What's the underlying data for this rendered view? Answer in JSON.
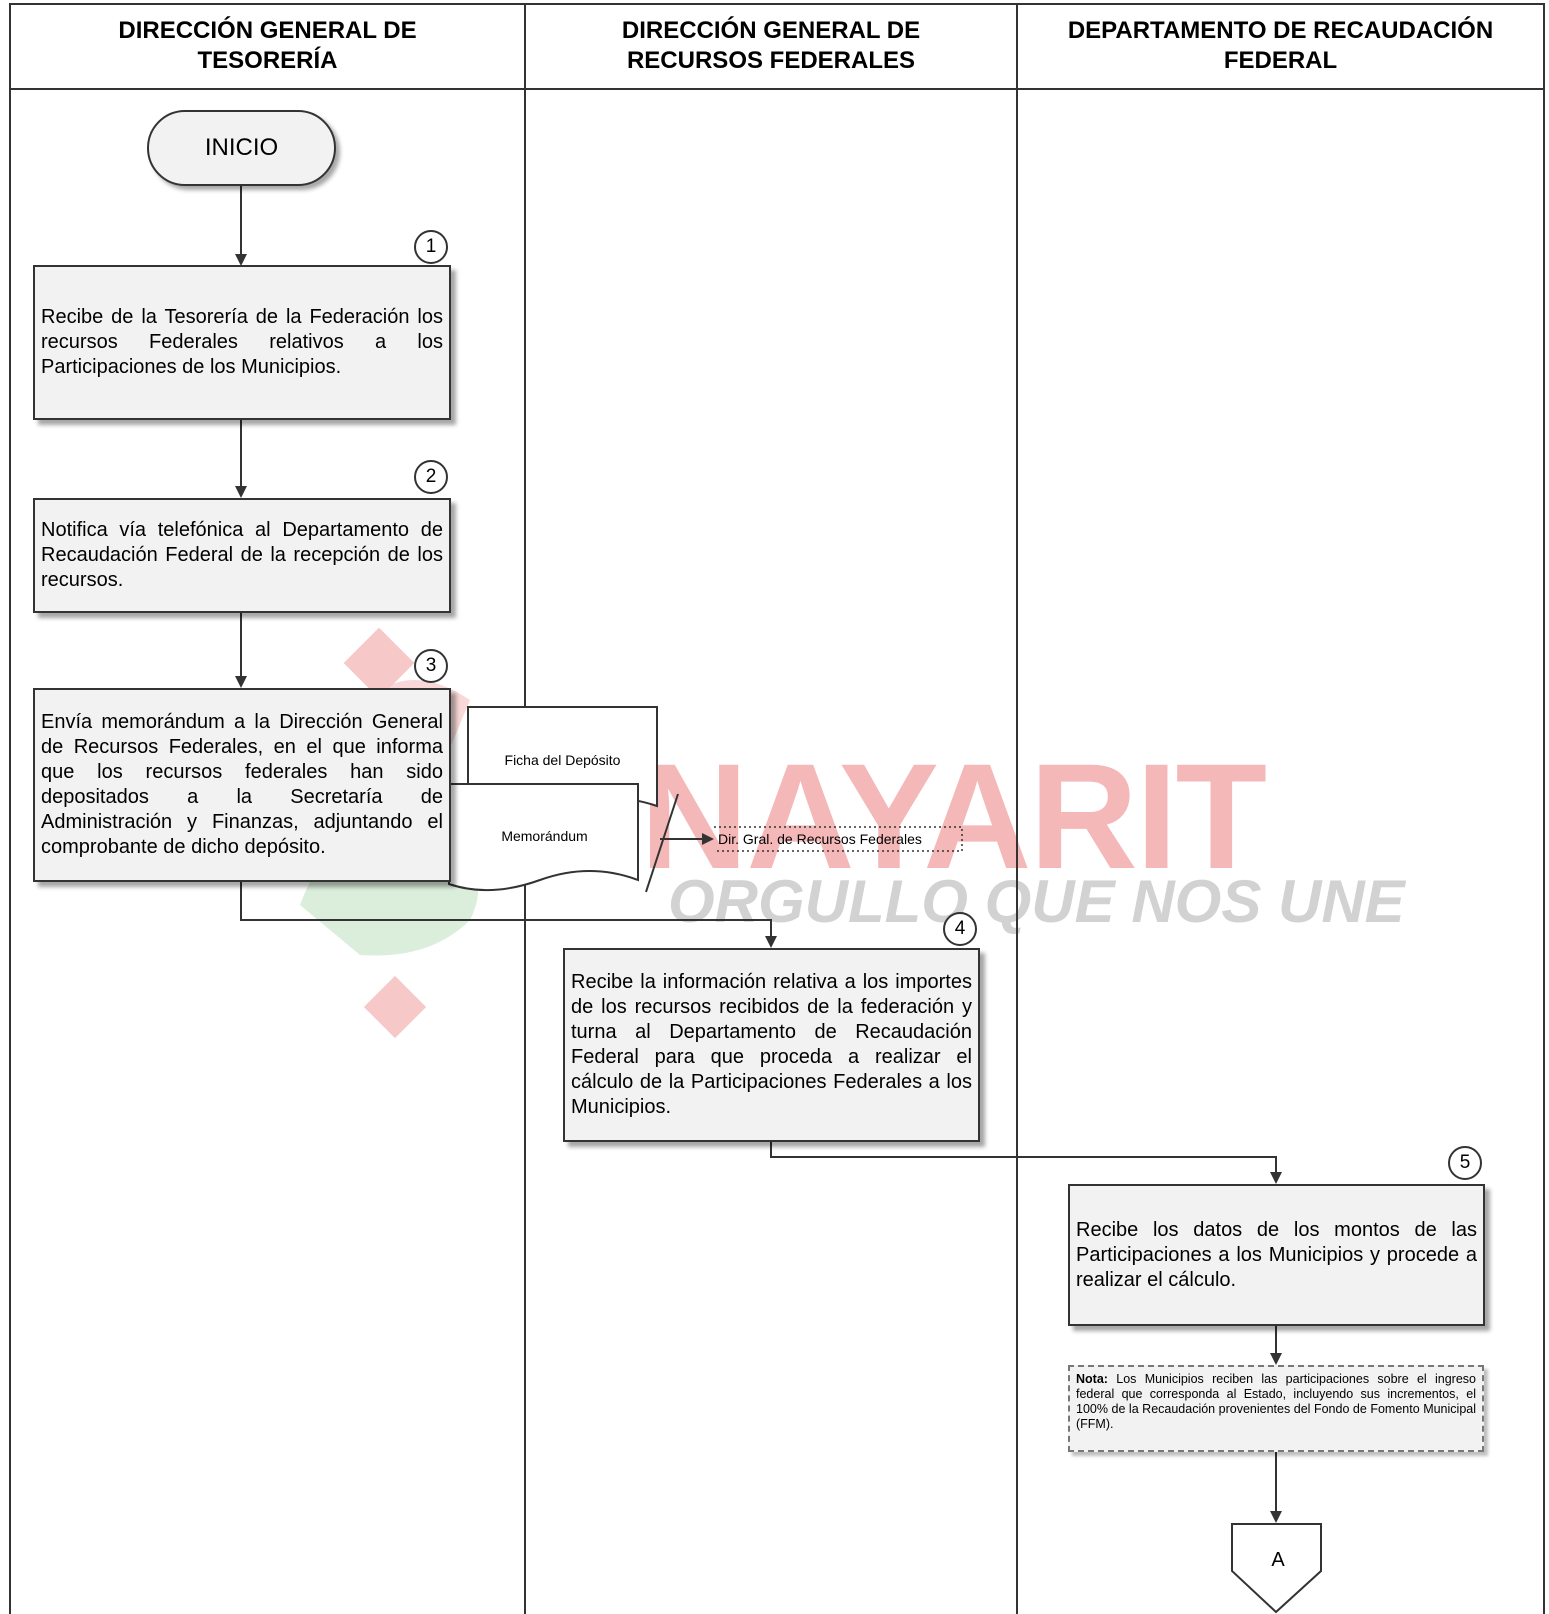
{
  "lanes": [
    {
      "title": "DIRECCIÓN GENERAL DE\nTESORERÍA"
    },
    {
      "title": "DIRECCIÓN GENERAL DE\nRECURSOS FEDERALES"
    },
    {
      "title": "DEPARTAMENTO DE RECAUDACIÓN\nFEDERAL"
    }
  ],
  "start": {
    "label": "INICIO"
  },
  "steps": [
    {
      "number": "1",
      "text": "Recibe de la Tesorería de la Federación los recursos Federales relativos a los Participaciones de los Municipios."
    },
    {
      "number": "2",
      "text": "Notifica vía telefónica al Departamento de Recaudación Federal de la recepción de los recursos."
    },
    {
      "number": "3",
      "text": "Envía memorándum a la Dirección General de Recursos Federales, en el que informa que los recursos federales han sido depositados a la Secretaría de Administración y Finanzas, adjuntando el comprobante de dicho depósito."
    },
    {
      "number": "4",
      "text": "Recibe la información relativa a los importes de los recursos recibidos de la federación y turna al Departamento de Recaudación Federal para que proceda a realizar el cálculo de la Participaciones Federales a los Municipios."
    },
    {
      "number": "5",
      "text": "Recibe los datos de los montos de las Participaciones a los Municipios y procede a realizar el cálculo."
    }
  ],
  "documents": {
    "doc1": "Ficha del Depósito",
    "doc2": "Memorándum",
    "destination": "Dir. Gral. de Recursos Federales"
  },
  "note": {
    "label": "Nota:",
    "text": "Los Municipios reciben las participaciones sobre el ingreso federal que corresponda al Estado, incluyendo sus incrementos, el 100% de la Recaudación provenientes del Fondo de Fomento Municipal (FFM)."
  },
  "connector": {
    "label": "A"
  },
  "watermark": {
    "title": "NAYARIT",
    "slogan": "ORGULLO QUE NOS UNE"
  },
  "colors": {
    "box_fill": "#f2f2f2",
    "line": "#333333",
    "watermark_red": "#f5b5b5",
    "watermark_gray": "#cfcfcf",
    "watermark_green": "#cfe8cf"
  }
}
